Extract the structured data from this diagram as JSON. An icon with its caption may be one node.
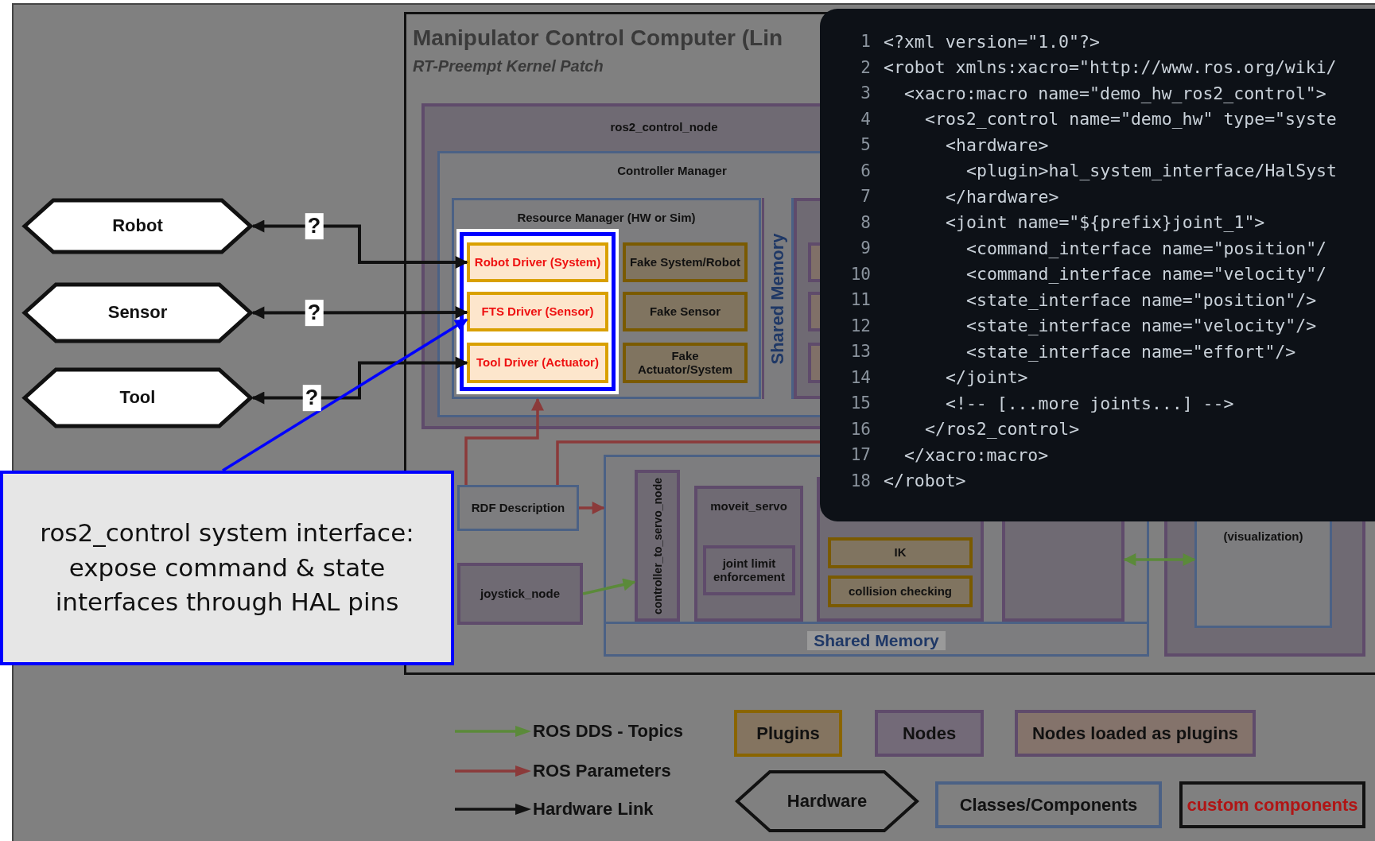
{
  "diagram": {
    "nodes": [
      {
        "text": [
          "Manipulator Control Computer (Lin",
          "RT-Preempt Kernel Patch"
        ]
      },
      {
        "text": [
          "ros2_control_node"
        ],
        "in": 0
      },
      {
        "text": [
          "Controller Manager"
        ],
        "in": 1
      },
      {
        "text": [
          "Resource Manager (HW or Sim)"
        ],
        "in": 2
      },
      {
        "text": [],
        "shape": "box",
        "in": 3
      },
      {
        "text": [
          "Robot Driver (System)"
        ],
        "in": 4
      },
      {
        "text": [
          "FTS Driver (Sensor)"
        ],
        "in": 4
      },
      {
        "text": [
          "Tool Driver (Actuator)"
        ],
        "in": 4
      },
      {
        "text": [
          "Fake System/Robot"
        ],
        "in": 3
      },
      {
        "text": [
          "Fake Sensor"
        ],
        "in": 3
      },
      {
        "text": [
          "Fake Actuator/System"
        ],
        "in": 3
      },
      {
        "text": [
          "Shared Memory"
        ],
        "in": 2
      },
      {
        "text": [],
        "shape": "box",
        "in": 2
      },
      {
        "text": [],
        "shape": "box",
        "in": 12
      },
      {
        "text": [],
        "shape": "box",
        "in": 12
      },
      {
        "text": [],
        "shape": "box",
        "in": 12
      },
      {
        "text": [
          "Robot"
        ]
      },
      {
        "text": [
          "Sensor"
        ]
      },
      {
        "text": [
          "Tool"
        ]
      },
      {
        "text": [
          "ros2_control system interface: expose command & state interfaces through HAL pins"
        ]
      },
      {
        "text": [
          "RDF Description"
        ],
        "in": 0
      },
      {
        "text": [
          "joystick_node"
        ],
        "in": 0
      },
      {
        "text": [],
        "shape": "box",
        "in": 0
      },
      {
        "text": [
          "Shared Memory"
        ],
        "in": 22
      },
      {
        "text": [
          "controller_to_servo_node"
        ],
        "in": 22
      },
      {
        "text": [
          "moveit_servo"
        ],
        "in": 22
      },
      {
        "text": [
          "joint limit enforcement"
        ],
        "in": 25
      },
      {
        "text": [],
        "shape": "box",
        "in": 22
      },
      {
        "text": [
          "IK"
        ],
        "in": 27
      },
      {
        "text": [
          "collision checking"
        ],
        "in": 27
      },
      {
        "text": [],
        "shape": "box",
        "in": 22
      },
      {
        "text": [],
        "shape": "box",
        "in": 0
      },
      {
        "text": [
          "(visualization)"
        ],
        "in": 31
      }
    ],
    "edges": [
      {
        "from": 5,
        "to": 16,
        "arrow": "both",
        "label": "?"
      },
      {
        "from": 6,
        "to": 17,
        "arrow": "both",
        "label": "?"
      },
      {
        "from": 7,
        "to": 18,
        "arrow": "both",
        "label": "?"
      },
      {
        "from": 19,
        "to": 6,
        "arrow": "to",
        "color": "#0000ff"
      },
      {
        "from": 20,
        "to": 3,
        "arrow": "to",
        "color": "#8b3a3a"
      },
      {
        "from": 20,
        "to": 22,
        "arrow": "to",
        "color": "#8b3a3a"
      },
      {
        "from": 20,
        "to": 22,
        "arrow": "none",
        "color": "#8b3a3a"
      },
      {
        "from": 21,
        "to": 24,
        "arrow": "to",
        "color": "#5b8a3a"
      },
      {
        "from": 30,
        "to": 32,
        "arrow": "both",
        "color": "#5b8a3a"
      }
    ],
    "labels": [
      "1",
      "<?xml version=\"1.0\"?>",
      "2",
      "<robot xmlns:xacro=\"http://www.ros.org/wiki/",
      "3",
      "<xacro:macro name=\"demo_hw_ros2_control\">",
      "4",
      "<ros2_control name=\"demo_hw\" type=\"syste",
      "5",
      "<hardware>",
      "6",
      "<plugin>hal_system_interface/HalSyst",
      "7",
      "</hardware>",
      "8",
      "<joint name=\"${prefix}joint_1\">",
      "9",
      "<command_interface name=\"position\"/",
      "10",
      "<command_interface name=\"velocity\"/",
      "11",
      "<state_interface name=\"position\"/>",
      "12",
      "<state_interface name=\"velocity\"/>",
      "13",
      "<state_interface name=\"effort\"/>",
      "14",
      "</joint>",
      "15",
      "<!-- [...more joints...] -->",
      "16",
      "</ros2_control>",
      "17",
      "</xacro:macro>",
      "18",
      "</robot>"
    ],
    "legend": [
      {
        "text": "ROS DDS - Topics"
      },
      {
        "text": "ROS Parameters"
      },
      {
        "text": "Hardware Link"
      },
      {
        "text": "Plugins",
        "color": "#847460"
      },
      {
        "text": "Nodes",
        "color": "#736a78"
      },
      {
        "text": "Nodes loaded as plugins",
        "color": "#84736b"
      },
      {
        "text": "Hardware"
      },
      {
        "text": "Classes/Components"
      },
      {
        "text": "custom components"
      }
    ]
  }
}
